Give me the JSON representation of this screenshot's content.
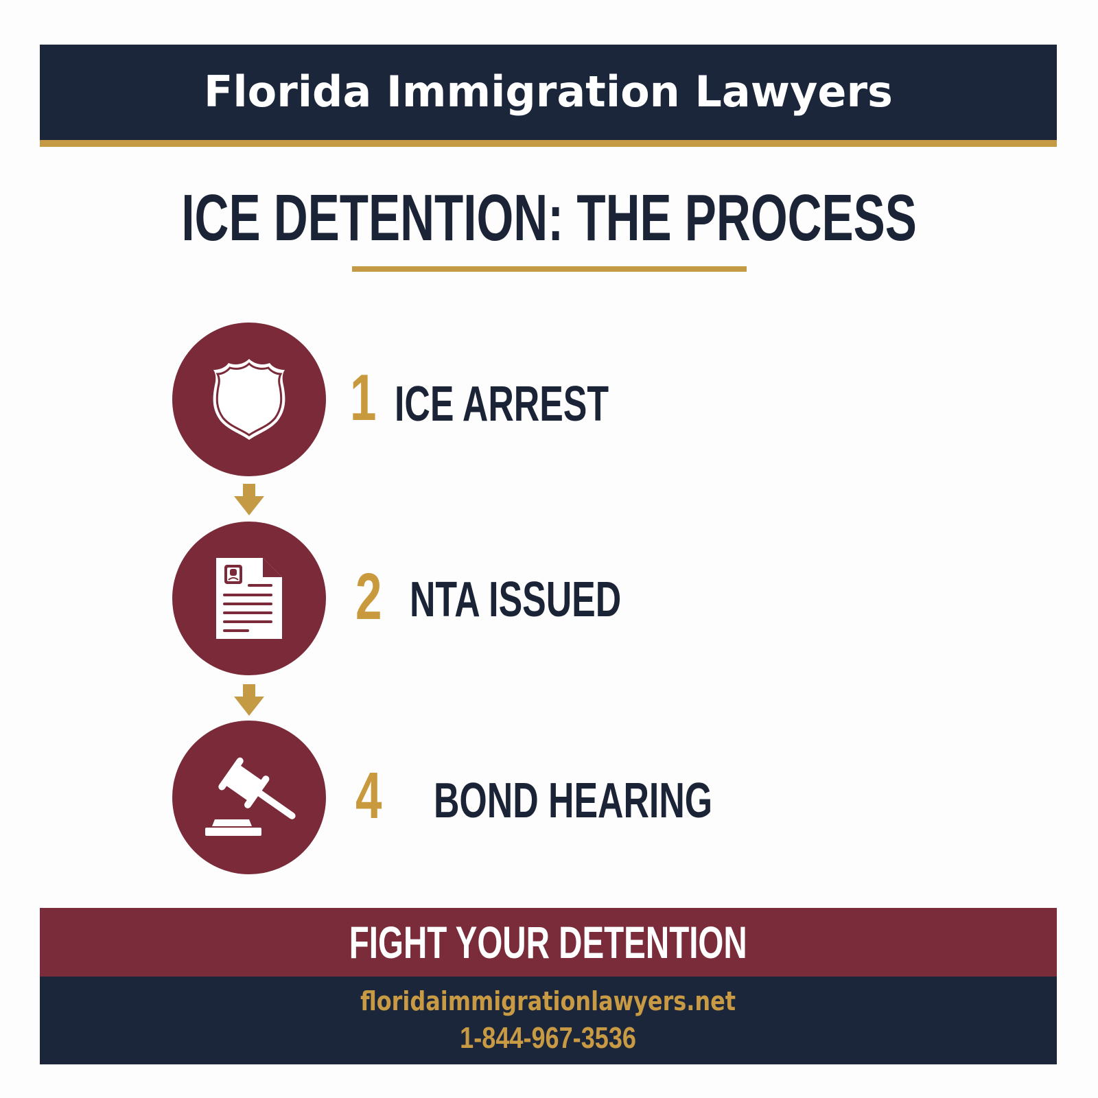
{
  "header": {
    "firm_name": "Florida Immigration Lawyers"
  },
  "main": {
    "title": "ICE DETENTION: THE PROCESS"
  },
  "steps": [
    {
      "number": "1",
      "label": "ICE ARREST",
      "icon": "shield-badge-icon"
    },
    {
      "number": "2",
      "label": "NTA ISSUED",
      "icon": "document-id-icon"
    },
    {
      "number": "4",
      "label": "BOND HEARING",
      "icon": "gavel-icon"
    }
  ],
  "footer": {
    "cta": "FIGHT YOUR DETENTION",
    "website": "floridaimmigrationlawyers.net",
    "phone": "1-844-967-3536"
  },
  "colors": {
    "navy": "#1b263b",
    "maroon": "#7a2a38",
    "gold": "#c49a45",
    "text_dark": "#1b2436",
    "white": "#ffffff"
  }
}
